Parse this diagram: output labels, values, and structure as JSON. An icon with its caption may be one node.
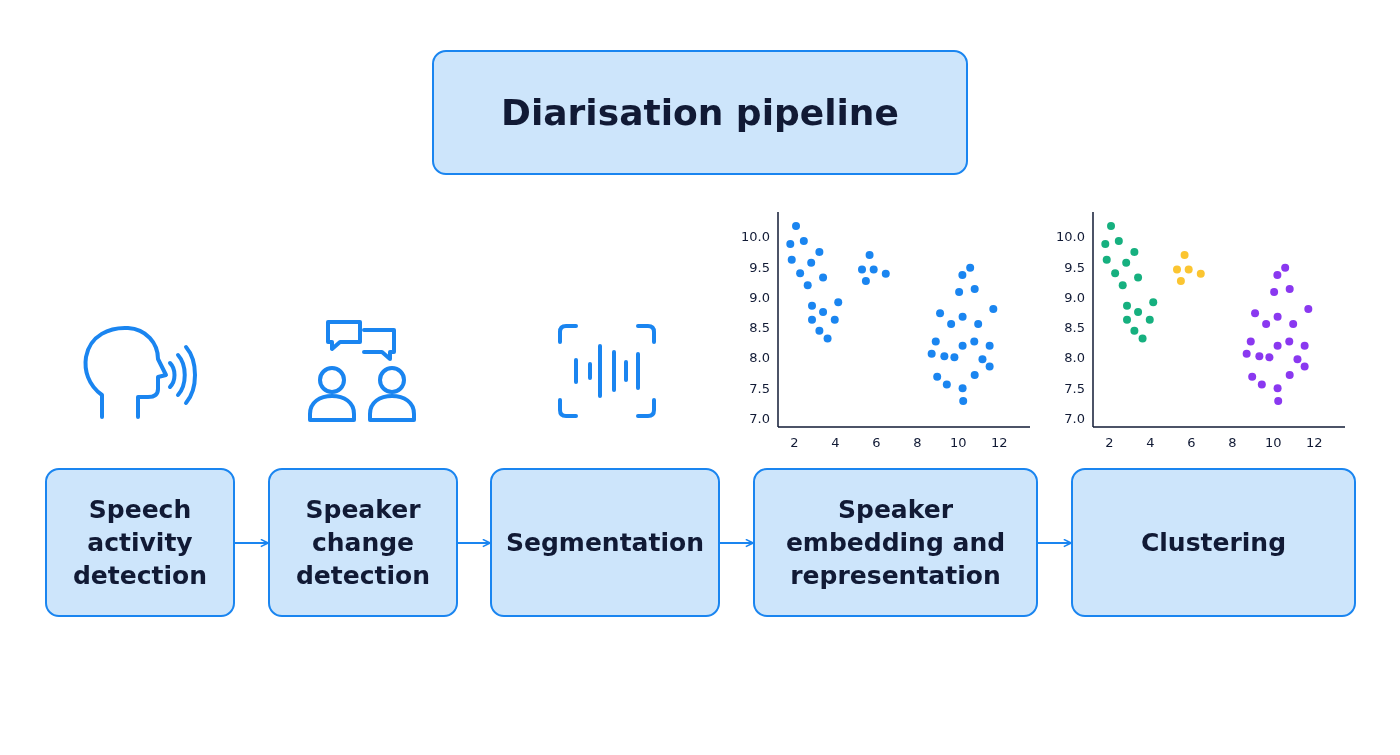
{
  "diagram": {
    "title": "Diarisation pipeline",
    "nodes": [
      {
        "text": [
          "Speech activity detection"
        ]
      },
      {
        "text": [
          "Speaker change detection"
        ]
      },
      {
        "text": [
          "Segmentation"
        ]
      },
      {
        "text": [
          "Speaker embedding and representation"
        ]
      },
      {
        "text": [
          "Clustering"
        ]
      }
    ],
    "edges": [
      {
        "from": 0,
        "to": 1,
        "arrow": "to"
      },
      {
        "from": 1,
        "to": 2,
        "arrow": "to"
      },
      {
        "from": 2,
        "to": 3,
        "arrow": "to"
      },
      {
        "from": 3,
        "to": 4,
        "arrow": "to"
      }
    ],
    "chart_data": [
      {
        "type": "scatter",
        "xlim": [
          1.2,
          13.5
        ],
        "ylim": [
          6.85,
          10.4
        ],
        "xticks": [
          2,
          4,
          6,
          8,
          10,
          12
        ],
        "yticks": [
          {
            "value": 7,
            "label": "7.0"
          },
          {
            "value": 7.5,
            "label": "7.5"
          },
          {
            "value": 8,
            "label": "8.0"
          },
          {
            "value": 8.5,
            "label": "8.5"
          },
          {
            "value": 9,
            "label": "9.0"
          },
          {
            "value": 9.5,
            "label": "9.5"
          },
          {
            "value": 10,
            "label": "10.0"
          }
        ],
        "series": [
          {
            "color": "#1a85f0",
            "x": [
              2.08,
              1.8,
              2.46,
              1.87,
              3.22,
              2.82,
              2.28,
              2.65,
              3.4,
              2.86,
              4.14,
              3.4,
              2.86,
              3.97,
              3.22,
              3.62,
              5.67,
              5.3,
              5.87,
              6.46,
              5.49,
              10.58,
              10.2,
              10.04,
              10.8,
              11.71,
              9.11,
              10.21,
              9.65,
              10.97,
              8.9,
              10.21,
              10.78,
              11.53,
              8.7,
              9.32,
              9.81,
              11.18,
              11.53,
              8.97,
              10.8,
              9.44,
              10.21,
              10.24
            ],
            "values": [
              10.17,
              9.87,
              9.92,
              9.61,
              9.74,
              9.56,
              9.39,
              9.19,
              9.32,
              8.85,
              8.91,
              8.75,
              8.62,
              8.62,
              8.44,
              8.31,
              9.69,
              9.45,
              9.45,
              9.38,
              9.26,
              9.48,
              9.36,
              9.08,
              9.13,
              8.8,
              8.73,
              8.67,
              8.55,
              8.55,
              8.26,
              8.19,
              8.26,
              8.19,
              8.06,
              8.02,
              8.0,
              7.97,
              7.85,
              7.68,
              7.71,
              7.55,
              7.49,
              7.28
            ]
          }
        ]
      },
      {
        "type": "scatter",
        "xlim": [
          1.2,
          13.5
        ],
        "ylim": [
          6.85,
          10.4
        ],
        "xticks": [
          2,
          4,
          6,
          8,
          10,
          12
        ],
        "yticks": [
          {
            "value": 7,
            "label": "7.0"
          },
          {
            "value": 7.5,
            "label": "7.5"
          },
          {
            "value": 8,
            "label": "8.0"
          },
          {
            "value": 8.5,
            "label": "8.5"
          },
          {
            "value": 9,
            "label": "9.0"
          },
          {
            "value": 9.5,
            "label": "9.5"
          },
          {
            "value": 10,
            "label": "10.0"
          }
        ],
        "series": [
          {
            "color": "#16b07f",
            "x": [
              2.08,
              1.8,
              2.46,
              1.87,
              3.22,
              2.82,
              2.28,
              2.65,
              3.4,
              2.86,
              4.14,
              3.4,
              2.86,
              3.97,
              3.22,
              3.62
            ],
            "values": [
              10.17,
              9.87,
              9.92,
              9.61,
              9.74,
              9.56,
              9.39,
              9.19,
              9.32,
              8.85,
              8.91,
              8.75,
              8.62,
              8.62,
              8.44,
              8.31
            ]
          },
          {
            "color": "#fbc531",
            "x": [
              5.67,
              5.3,
              5.87,
              6.46,
              5.49
            ],
            "values": [
              9.69,
              9.45,
              9.45,
              9.38,
              9.26
            ]
          },
          {
            "color": "#8a38f0",
            "x": [
              10.58,
              10.2,
              10.04,
              10.8,
              11.71,
              9.11,
              10.21,
              9.65,
              10.97,
              8.9,
              10.21,
              10.78,
              11.53,
              8.7,
              9.32,
              9.81,
              11.18,
              11.53,
              8.97,
              10.8,
              9.44,
              10.21,
              10.24
            ],
            "values": [
              9.48,
              9.36,
              9.08,
              9.13,
              8.8,
              8.73,
              8.67,
              8.55,
              8.55,
              8.26,
              8.19,
              8.26,
              8.19,
              8.06,
              8.02,
              8.0,
              7.97,
              7.85,
              7.68,
              7.71,
              7.55,
              7.49,
              7.28
            ]
          }
        ]
      }
    ]
  }
}
